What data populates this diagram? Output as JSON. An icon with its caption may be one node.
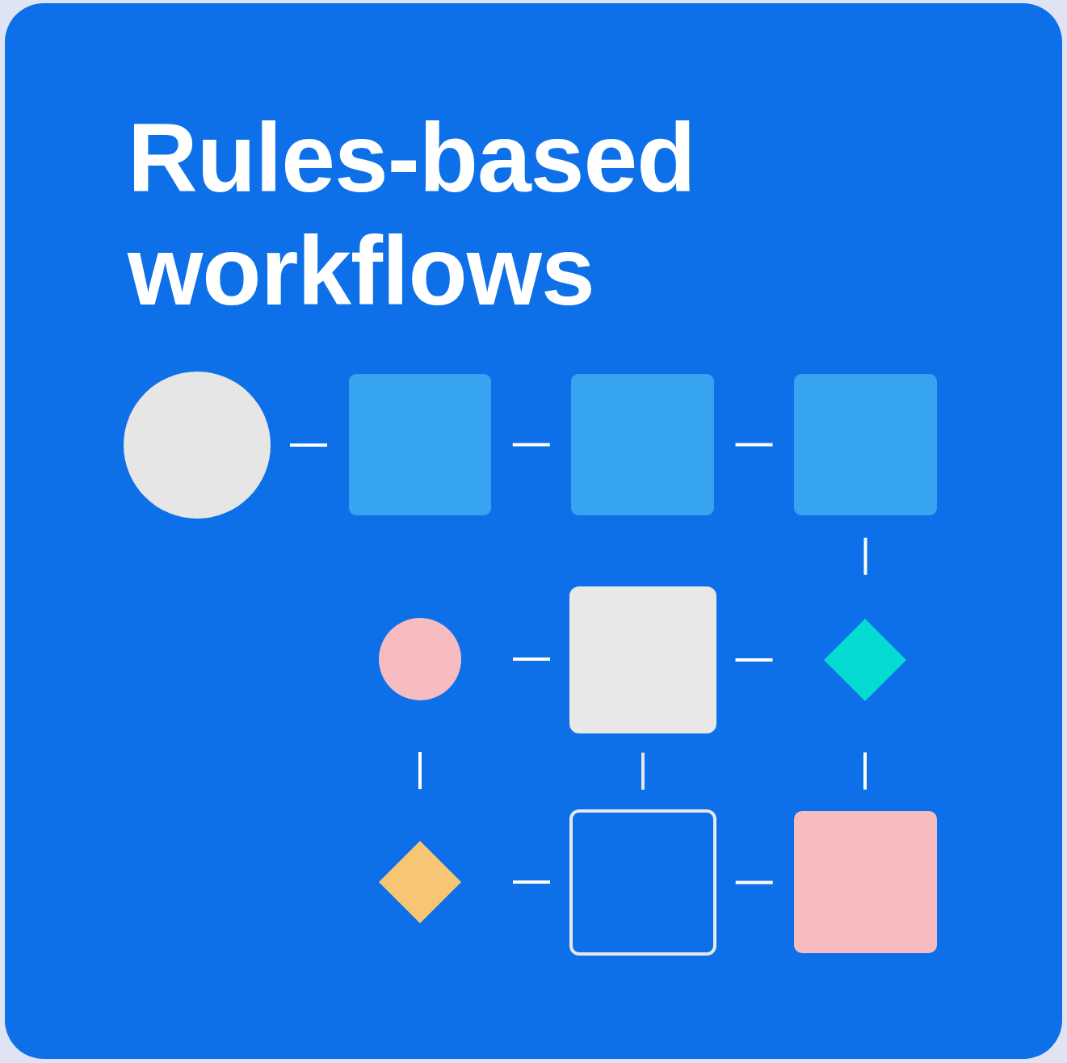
{
  "diagram": {
    "title": "Rules-based workflows",
    "nodes": [
      {
        "text": [],
        "shape": "circle"
      },
      {
        "text": [],
        "shape": "box"
      },
      {
        "text": [],
        "shape": "box"
      },
      {
        "text": [],
        "shape": "box"
      },
      {
        "text": [],
        "shape": "circle"
      },
      {
        "text": [],
        "shape": "box"
      },
      {
        "text": [],
        "shape": "diamond"
      },
      {
        "text": [],
        "shape": "diamond"
      },
      {
        "text": [],
        "shape": "box"
      },
      {
        "text": [],
        "shape": "box"
      }
    ],
    "edges": [
      {
        "from": 0,
        "to": 1,
        "arrow": "none"
      },
      {
        "from": 1,
        "to": 2,
        "arrow": "none"
      },
      {
        "from": 2,
        "to": 3,
        "arrow": "none"
      },
      {
        "from": 3,
        "to": 6,
        "arrow": "none"
      },
      {
        "from": 4,
        "to": 5,
        "arrow": "none"
      },
      {
        "from": 5,
        "to": 6,
        "arrow": "none"
      },
      {
        "from": 4,
        "to": 7,
        "arrow": "none"
      },
      {
        "from": 5,
        "to": 8,
        "arrow": "none",
        "color": "#e6e6e6"
      },
      {
        "from": 6,
        "to": 9,
        "arrow": "none"
      },
      {
        "from": 7,
        "to": 8,
        "arrow": "none"
      },
      {
        "from": 8,
        "to": 9,
        "arrow": "none"
      }
    ]
  }
}
